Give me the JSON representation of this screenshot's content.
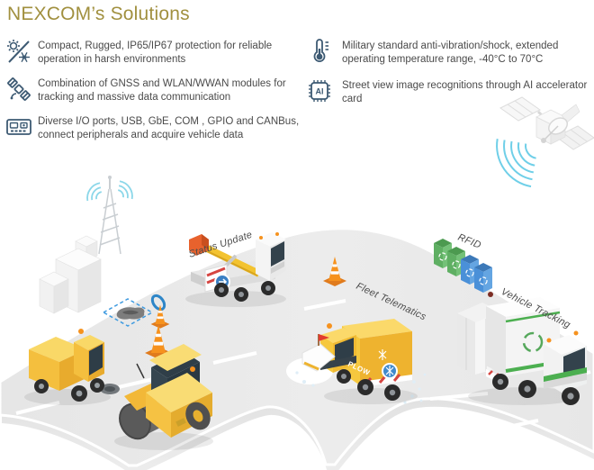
{
  "page": {
    "title": "NEXCOM’s Solutions"
  },
  "features": {
    "left": [
      {
        "icon": "harsh-environment-icon",
        "text": "Compact, Rugged, IP65/IP67 protection for reliable operation in harsh environments"
      },
      {
        "icon": "gnss-satellite-icon",
        "text": "Combination of GNSS and WLAN/WWAN modules for tracking and massive data communication"
      },
      {
        "icon": "io-ports-icon",
        "text": "Diverse I/O ports, USB, GbE, COM , GPIO and CANBus, connect peripherals and acquire vehicle data"
      }
    ],
    "right": [
      {
        "icon": "thermometer-icon",
        "text": "Military standard anti-vibration/shock, extended operating temperature range, -40°C to 70°C"
      },
      {
        "icon": "ai-chip-icon",
        "text": "Street view image recognitions through AI accelerator card"
      }
    ]
  },
  "diagram": {
    "labels": {
      "status_update": "Status Update",
      "fleet_telematics": "Fleet Telematics",
      "rfid": "RFID",
      "vehicle_tracking": "Vehicle Tracking"
    },
    "plow_text": "PLOW",
    "ai_icon_label": "AI",
    "scene_items": [
      "cell-tower",
      "buildings",
      "pothole-marker",
      "traffic-cones",
      "street-sweeper",
      "road-roller",
      "crane-truck",
      "snow-plow-truck",
      "garbage-truck",
      "recycle-bins",
      "satellite"
    ],
    "colors": {
      "title_gold": "#A1903F",
      "icon_slate": "#3d5a73",
      "road_gray": "#e9e9e9",
      "vehicle_yellow": "#f5c243",
      "cone_orange": "#f6921e",
      "bin_green": "#5faf63",
      "bin_blue": "#4a90d8",
      "truck_green": "#4caf50",
      "signal_blue": "#8cd7e9",
      "label_text": "#4c4c4c"
    }
  }
}
